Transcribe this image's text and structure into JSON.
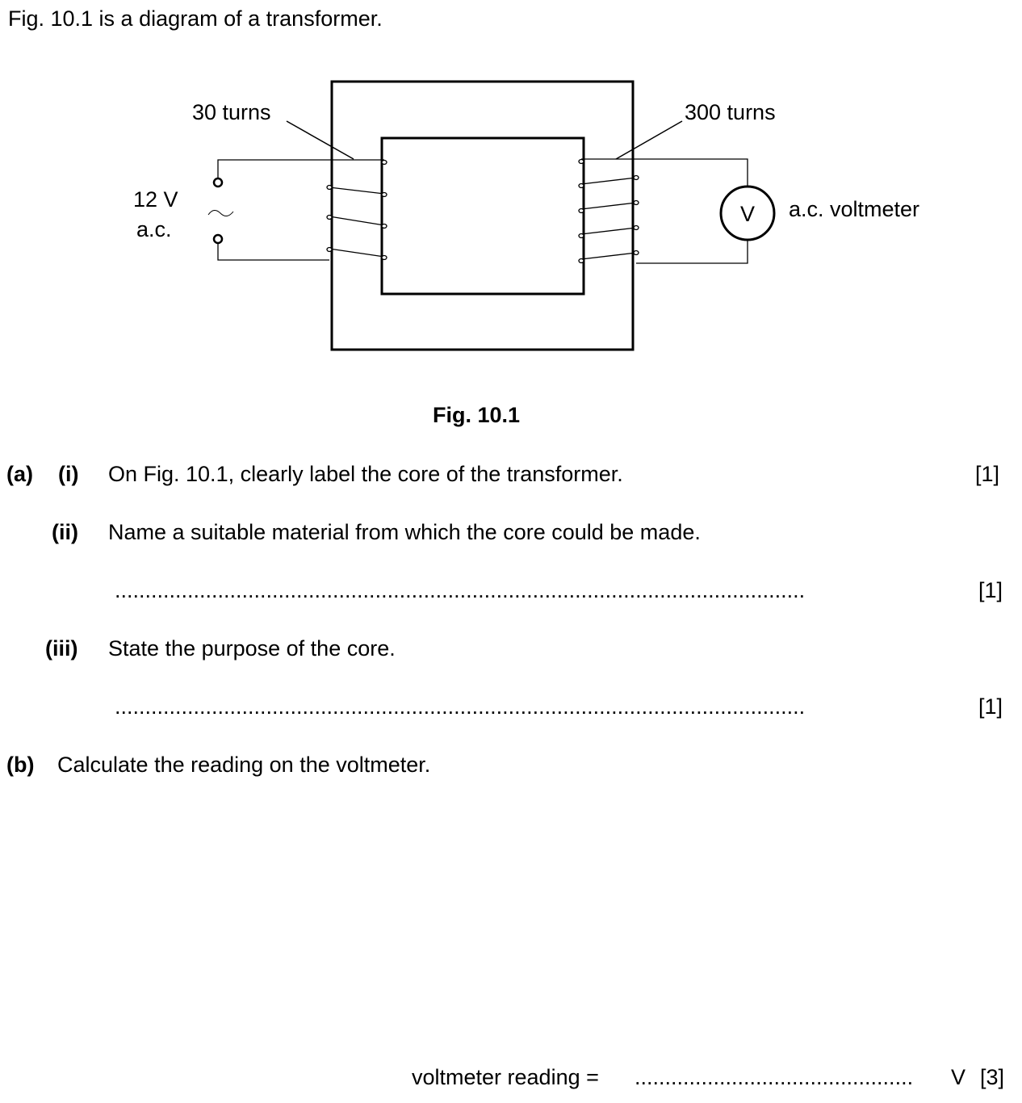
{
  "intro": "Fig. 10.1 is a diagram of a transformer.",
  "diagram": {
    "primary_turns_label": "30 turns",
    "secondary_turns_label": "300 turns",
    "supply_voltage": "12 V",
    "supply_type": "a.c.",
    "ac_symbol": "~",
    "meter_symbol": "V",
    "meter_label": "a.c. voltmeter"
  },
  "figure_caption": "Fig. 10.1",
  "questions": {
    "a_label": "(a)",
    "a_i": {
      "num": "(i)",
      "text": "On Fig. 10.1, clearly label the core of the transformer.",
      "marks": "[1]"
    },
    "a_ii": {
      "num": "(ii)",
      "text": "Name a suitable material from which the core could be made.",
      "answer_line": "..................................................................................................................",
      "marks": "[1]"
    },
    "a_iii": {
      "num": "(iii)",
      "text": "State the purpose of the core.",
      "answer_line": "..................................................................................................................",
      "marks": "[1]"
    },
    "b_label": "(b)",
    "b": {
      "text": "Calculate the reading on the voltmeter.",
      "answer_prefix": "voltmeter reading =",
      "answer_line": "..............................................",
      "unit": "V",
      "marks": "[3]"
    }
  }
}
